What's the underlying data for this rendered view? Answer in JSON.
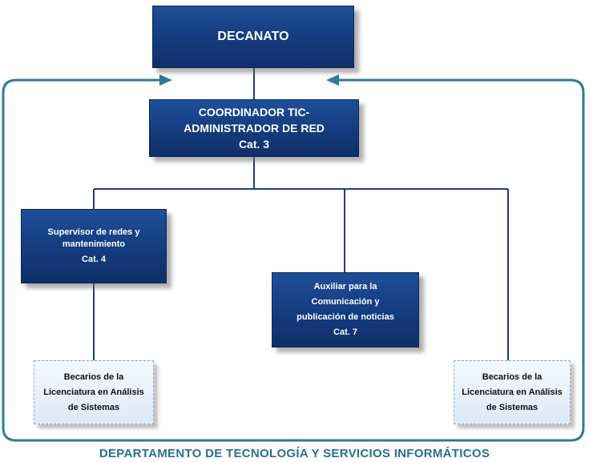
{
  "decanato": {
    "title": "DECANATO"
  },
  "coordinador": {
    "line1": "COORDINADOR TIC-",
    "line2": "ADMINISTRADOR DE RED",
    "cat": "Cat. 3"
  },
  "supervisor": {
    "line1": "Supervisor de redes y",
    "line2": "mantenimiento",
    "cat": "Cat. 4"
  },
  "auxiliar": {
    "line1": "Auxiliar para la",
    "line2": "Comunicación y",
    "line3": "publicación  de noticias",
    "cat": "Cat. 7"
  },
  "becarios_left": {
    "line1": "Becarios de la",
    "line2": "Licenciatura en Análisis",
    "line3": "de Sistemas"
  },
  "becarios_right": {
    "line1": "Becarios de la",
    "line2": "Licenciatura en Análisis",
    "line3": "de Sistemas"
  },
  "footer": "DEPARTAMENTO DE TECNOLOGÍA Y SERVICIOS INFORMÁTICOS"
}
